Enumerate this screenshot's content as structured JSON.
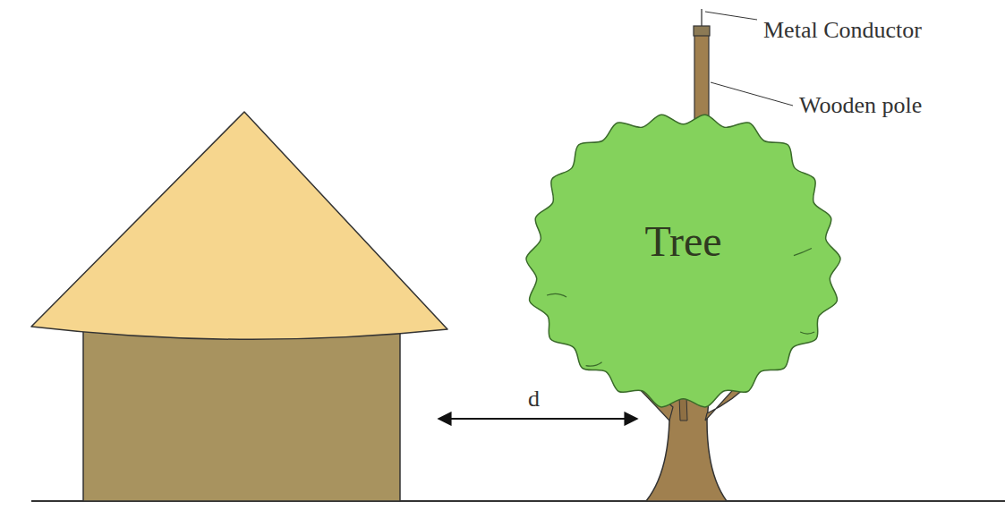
{
  "diagram": {
    "nodes": [
      {
        "text": [
          "Tree"
        ]
      }
    ],
    "labels": [
      "Metal Conductor",
      "Wooden pole",
      "d"
    ]
  }
}
